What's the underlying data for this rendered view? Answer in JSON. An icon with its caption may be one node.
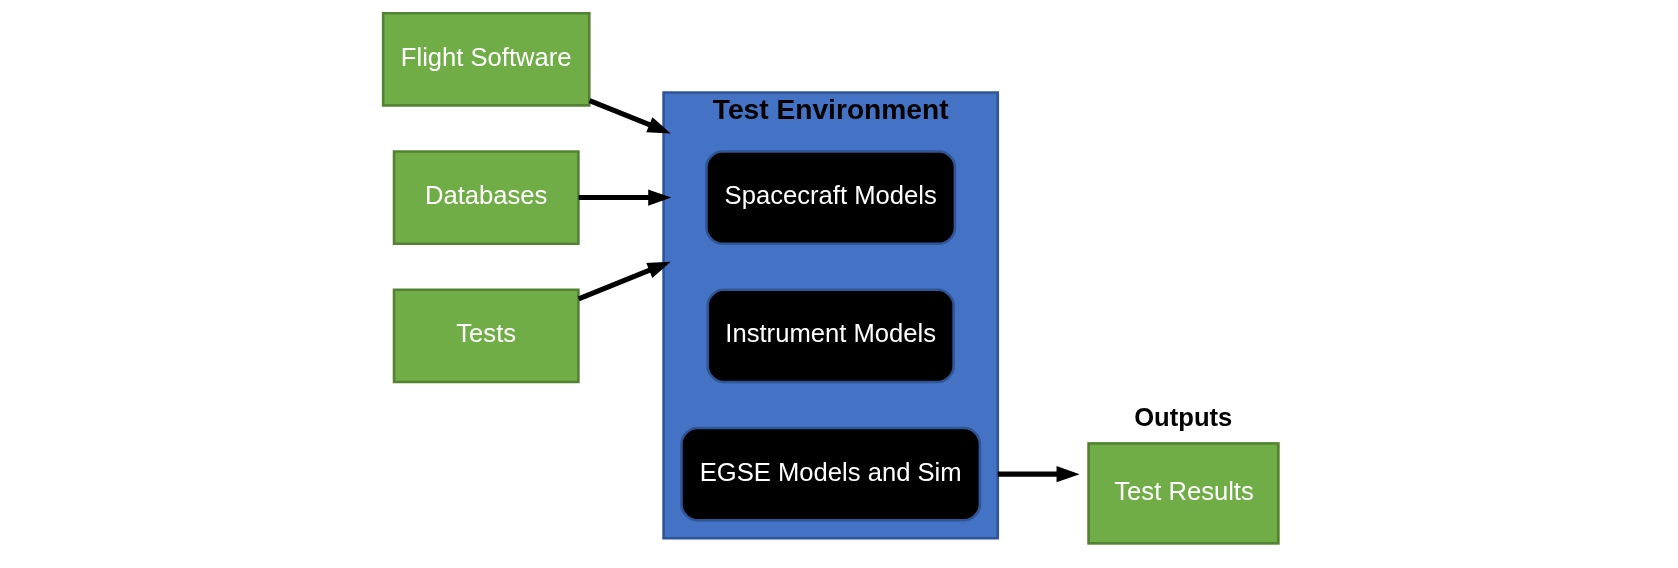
{
  "diagram": {
    "nodes": [
      {
        "text": [
          "Flight Software"
        ]
      },
      {
        "text": [
          "Databases"
        ]
      },
      {
        "text": [
          "Tests"
        ]
      },
      {
        "text": [
          "Test Environment"
        ]
      },
      {
        "text": [
          "Spacecraft Models"
        ],
        "in": 3
      },
      {
        "text": [
          "Instrument Models"
        ],
        "in": 3
      },
      {
        "text": [
          "EGSE Models and Sim"
        ],
        "in": 3
      },
      {
        "text": [
          "Outputs",
          "Test Results"
        ]
      }
    ],
    "edges": [
      {
        "from": 0,
        "to": 3,
        "arrow": "to"
      },
      {
        "from": 1,
        "to": 3,
        "arrow": "to"
      },
      {
        "from": 2,
        "to": 3,
        "arrow": "to"
      },
      {
        "from": 3,
        "to": 7,
        "arrow": "to"
      }
    ]
  }
}
